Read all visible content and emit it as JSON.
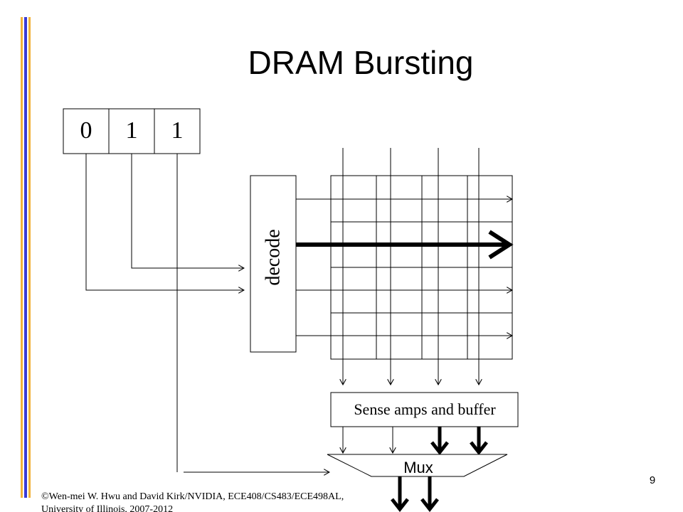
{
  "slide": {
    "title": "DRAM Bursting",
    "page_number": "9",
    "footer": {
      "line1": "©Wen-mei W. Hwu and David Kirk/NVIDIA, ECE408/CS483/ECE498AL,",
      "line2": "University of Illinois, 2007-2012"
    }
  },
  "diagram": {
    "address_bits": [
      "0",
      "1",
      "1"
    ],
    "decoder_label": "decode",
    "sense_label": "Sense amps and buffer",
    "mux_label": "Mux"
  },
  "colors": {
    "bar_yellow": "#f2b23a",
    "bar_blue": "#3a3ad6"
  }
}
